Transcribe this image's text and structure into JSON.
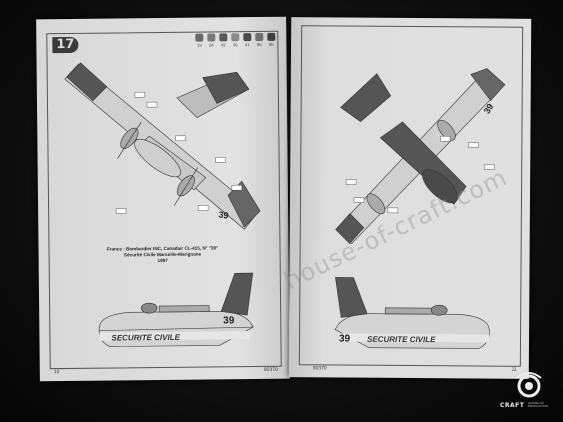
{
  "left_page": {
    "step_number": "17",
    "paint_codes": [
      "19",
      "24",
      "42",
      "36",
      "41",
      "85",
      "85"
    ],
    "caption_lines": [
      "France : Bombardier INC, Canadair CL-415, N° \"39\"",
      "Sécurité Civile Marseille-Marignane",
      "1997"
    ],
    "page_number": "10",
    "ref_code": "80370"
  },
  "right_page": {
    "ref_code": "80370",
    "page_number": "11"
  },
  "aircraft_markings": {
    "fuselage_text_left": "SECURITE CIVILE",
    "fuselage_text_right": "SECURITE CIVILE",
    "tail_number": "39",
    "wing_code": "39"
  },
  "watermark": "house-of-craft.com",
  "logo": {
    "name": "CRAFT",
    "subtitle": "HOUSE OF PRODUCTION"
  }
}
